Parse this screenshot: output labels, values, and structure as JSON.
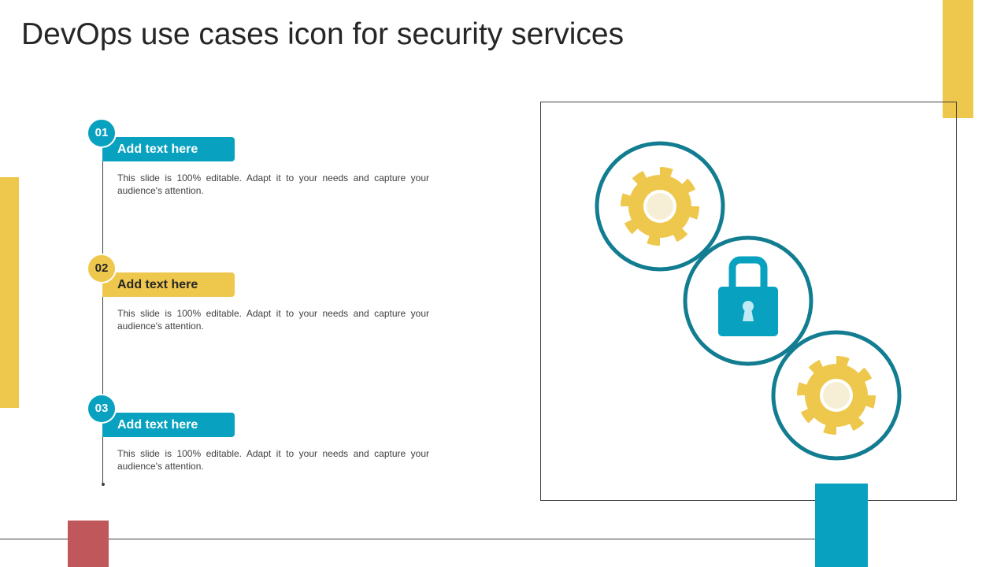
{
  "title": "DevOps use cases icon for security services",
  "items": [
    {
      "number": "01",
      "heading": "Add text here",
      "text": "This slide is 100% editable. Adapt it to your needs and capture your audience's attention.",
      "color": "#08a2c0"
    },
    {
      "number": "02",
      "heading": "Add text here",
      "text": "This slide is 100% editable. Adapt it to your needs and capture your audience's attention.",
      "color": "#eec74d"
    },
    {
      "number": "03",
      "heading": "Add text here",
      "text": "This slide is 100% editable. Adapt it to your needs and capture your audience's attention.",
      "color": "#08a2c0"
    }
  ],
  "colors": {
    "yellow": "#eec74d",
    "blue": "#08a2c0",
    "teal": "#127d91",
    "red": "#c0575a"
  }
}
